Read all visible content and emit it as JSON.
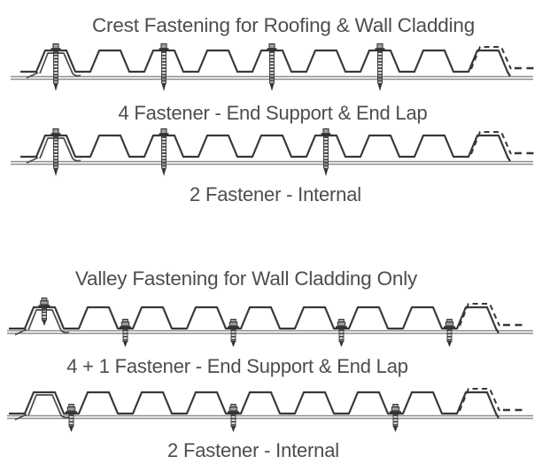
{
  "colors": {
    "line": "#383838",
    "underlap": "#4a4a4a",
    "support": "#8f8f8f",
    "screw_dark": "#333333",
    "screw_shaft": "#4a4a4a",
    "screw_head_fill": "#a0a0a0",
    "text": "#4d4d4d",
    "background": "#ffffff"
  },
  "sections": [
    {
      "title": "Crest Fastening for Roofing & Wall Cladding",
      "diagrams": [
        {
          "caption": "4 Fastener - End Support & End Lap"
        },
        {
          "caption": "2 Fastener - Internal"
        }
      ]
    },
    {
      "title": "Valley Fastening for Wall Cladding Only",
      "diagrams": [
        {
          "caption": "4 + 1 Fastener - End Support & End Lap"
        },
        {
          "caption": "2 Fastener - Internal"
        }
      ]
    }
  ]
}
